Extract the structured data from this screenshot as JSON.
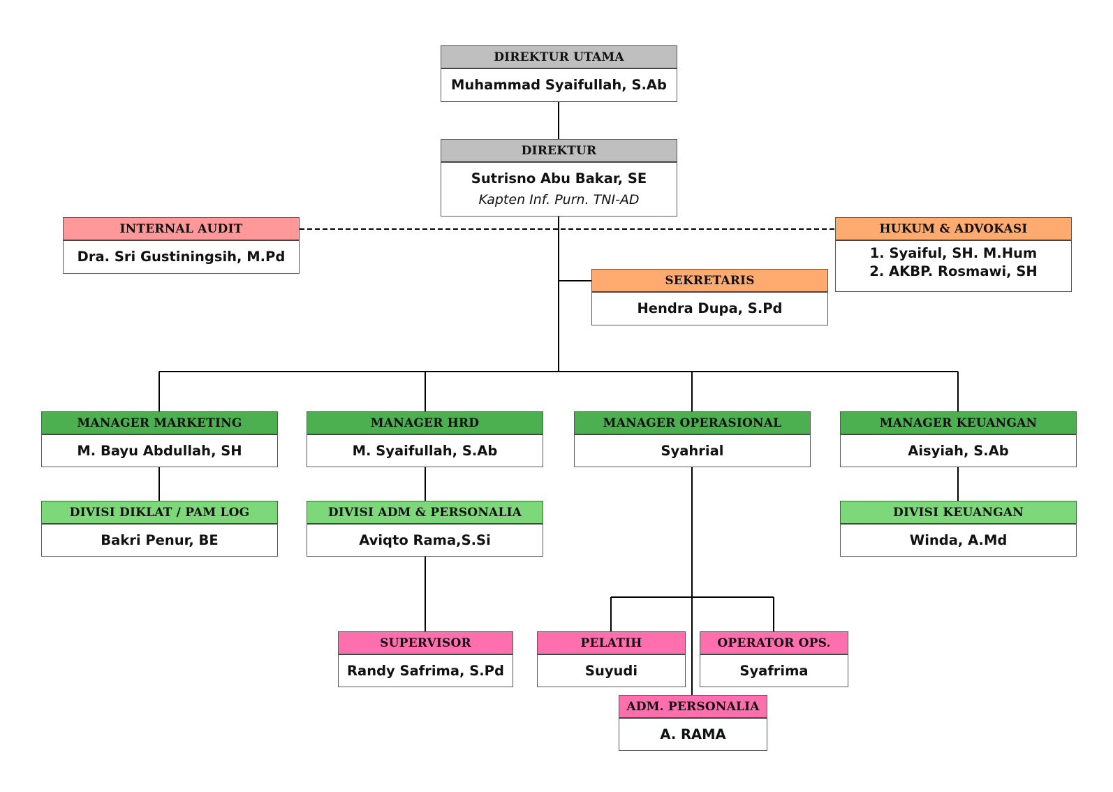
{
  "colors": {
    "gray": "#bfbfbf",
    "red": "#ff9999",
    "orange": "#ffaa6e",
    "green_dark": "#4caf50",
    "green_light": "#7dd87a",
    "pink": "#ff6fae"
  },
  "nodes": {
    "direktur_utama": {
      "title": "DIREKTUR UTAMA",
      "name": "Muhammad Syaifullah, S.Ab"
    },
    "direktur": {
      "title": "DIREKTUR",
      "name": "Sutrisno Abu Bakar, SE",
      "note": "Kapten Inf. Purn. TNI-AD"
    },
    "internal_audit": {
      "title": "INTERNAL AUDIT",
      "name": "Dra. Sri Gustiningsih, M.Pd"
    },
    "hukum_advokasi": {
      "title": "HUKUM & ADVOKASI",
      "lines": [
        "1. Syaiful, SH. M.Hum",
        "2. AKBP. Rosmawi, SH"
      ]
    },
    "sekretaris": {
      "title": "SEKRETARIS",
      "name": "Hendra Dupa, S.Pd"
    },
    "manager_marketing": {
      "title": "MANAGER MARKETING",
      "name": "M. Bayu Abdullah, SH"
    },
    "manager_hrd": {
      "title": "MANAGER HRD",
      "name": "M. Syaifullah, S.Ab"
    },
    "manager_operasional": {
      "title": "MANAGER OPERASIONAL",
      "name": "Syahrial"
    },
    "manager_keuangan": {
      "title": "MANAGER KEUANGAN",
      "name": "Aisyiah, S.Ab"
    },
    "divisi_diklat": {
      "title": "DIVISI DIKLAT / PAM LOG",
      "name": "Bakri Penur, BE"
    },
    "divisi_adm": {
      "title": "DIVISI ADM & PERSONALIA",
      "name": "Aviqto Rama,S.Si"
    },
    "divisi_keuangan": {
      "title": "DIVISI KEUANGAN",
      "name": "Winda, A.Md"
    },
    "supervisor": {
      "title": "SUPERVISOR",
      "name": "Randy Safrima, S.Pd"
    },
    "pelatih": {
      "title": "PELATIH",
      "name": "Suyudi"
    },
    "operator_ops": {
      "title": "OPERATOR OPS.",
      "name": "Syafrima"
    },
    "adm_personalia": {
      "title": "ADM. PERSONALIA",
      "name": "A. RAMA"
    }
  }
}
